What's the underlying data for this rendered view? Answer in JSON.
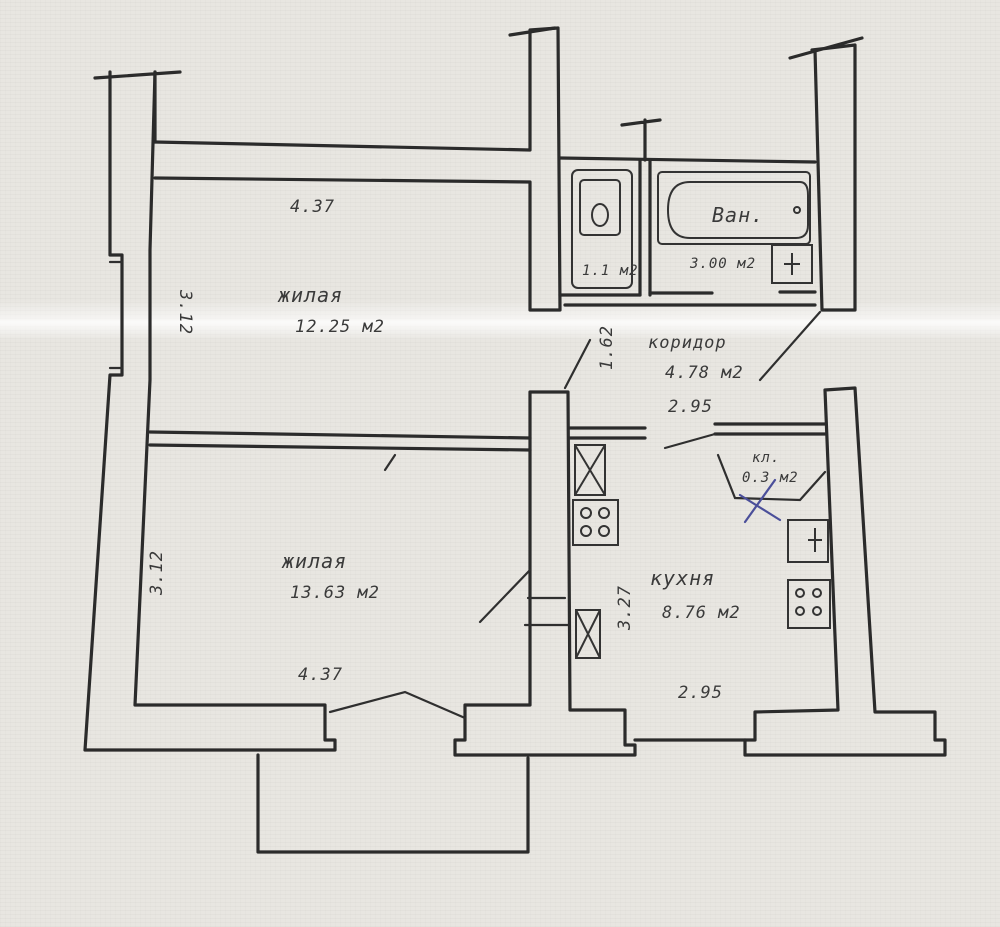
{
  "plan": {
    "rooms": {
      "room_upper": {
        "name": "жилая",
        "area": "12.25 м2",
        "width": "4.37",
        "depth": "3.12"
      },
      "room_lower": {
        "name": "жилая",
        "area": "13.63 м2",
        "width": "4.37",
        "depth": "3.12"
      },
      "bathroom": {
        "name": "Ван.",
        "area": "3.00 м2"
      },
      "toilet": {
        "area": "1.1 м2"
      },
      "corridor": {
        "name": "коридор",
        "area": "4.78 м2",
        "width": "2.95",
        "depth": "1.62"
      },
      "kitchen": {
        "name": "кухня",
        "area": "8.76 м2",
        "width": "2.95",
        "depth": "3.27"
      },
      "closet": {
        "name": "кл.",
        "area": "0.3 м2"
      }
    }
  }
}
